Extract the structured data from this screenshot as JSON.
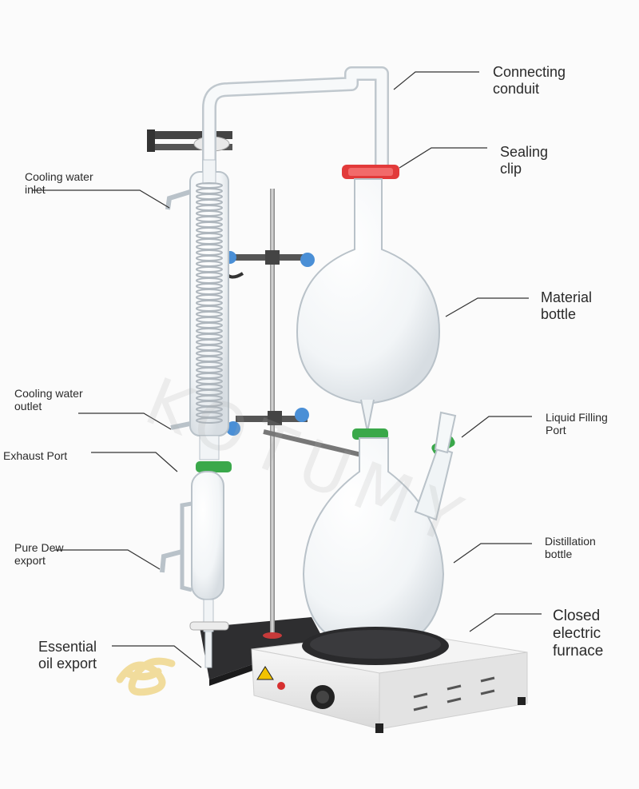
{
  "watermark": "KOTUMY",
  "labels": {
    "connecting_conduit": [
      "Connecting",
      "conduit"
    ],
    "sealing_clip": [
      "Sealing",
      "clip"
    ],
    "material_bottle": [
      "Material",
      "bottle"
    ],
    "liquid_filling_port": [
      "Liquid Filling",
      "Port"
    ],
    "distillation_bottle": [
      "Distillation",
      "bottle"
    ],
    "closed_electric_furnace": [
      "Closed",
      "electric",
      "furnace"
    ],
    "cooling_water_inlet": [
      "Cooling water",
      "inlet"
    ],
    "cooling_water_outlet": [
      "Cooling water",
      "outlet"
    ],
    "exhaust_port": [
      "Exhaust Port"
    ],
    "pure_dew_export": [
      "Pure Dew",
      "export"
    ],
    "essential_oil_export": [
      "Essential",
      "oil export"
    ]
  },
  "colors": {
    "glass_stroke": "#b9c2c9",
    "clip_red": "#e23a3a",
    "clip_green": "#3aa84a",
    "knob_blue": "#4a8fd6",
    "base_dark": "#2e2e30",
    "tubing": "#f1dc9c",
    "furnace_body": "#eeeeee",
    "leader": "#333333"
  }
}
